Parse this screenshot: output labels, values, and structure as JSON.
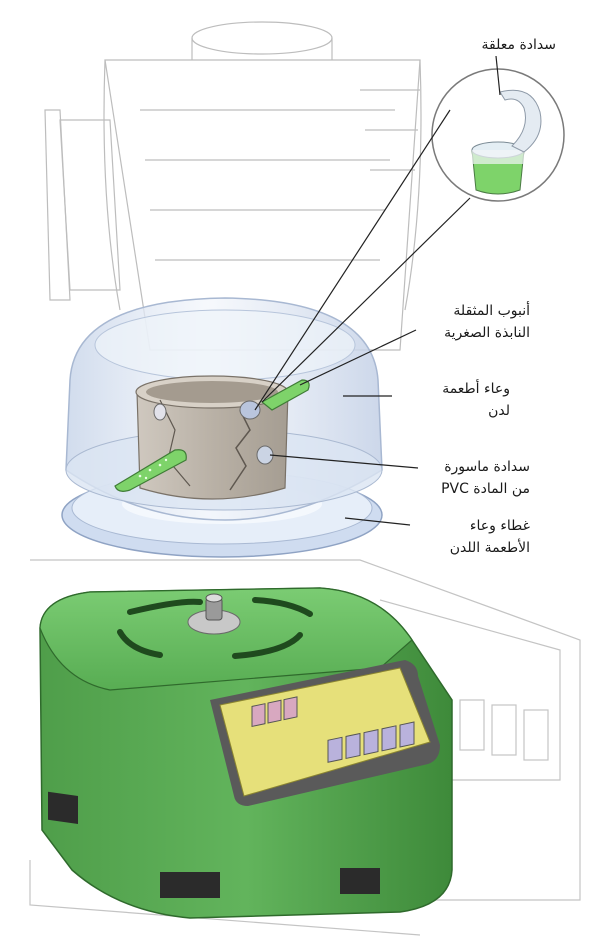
{
  "labels": {
    "snap_cap": "سدادة معلقة",
    "microcentrifuge_tube": [
      "أنبوب المثقلة",
      "النابذة الصغرية"
    ],
    "plastic_container": [
      "وعاء أطعمة",
      "لدن"
    ],
    "pvc_plug": [
      "سدادة ماسورة",
      "من المادة PVC"
    ],
    "container_lid": [
      "غطاء وعاء",
      "الأطعمة اللدن"
    ]
  },
  "colors": {
    "base_green": "#5fb85a",
    "base_green_dark": "#3f8a3c",
    "panel_yellow": "#e6e07a",
    "button_pink": "#d8a8c0",
    "button_lavender": "#b9b2dc",
    "tube_green": "#7ed36a",
    "dome_blue": "#dfe8f5",
    "pipe_gray": "#bdb6ad",
    "outline": "#b8b8b8"
  }
}
